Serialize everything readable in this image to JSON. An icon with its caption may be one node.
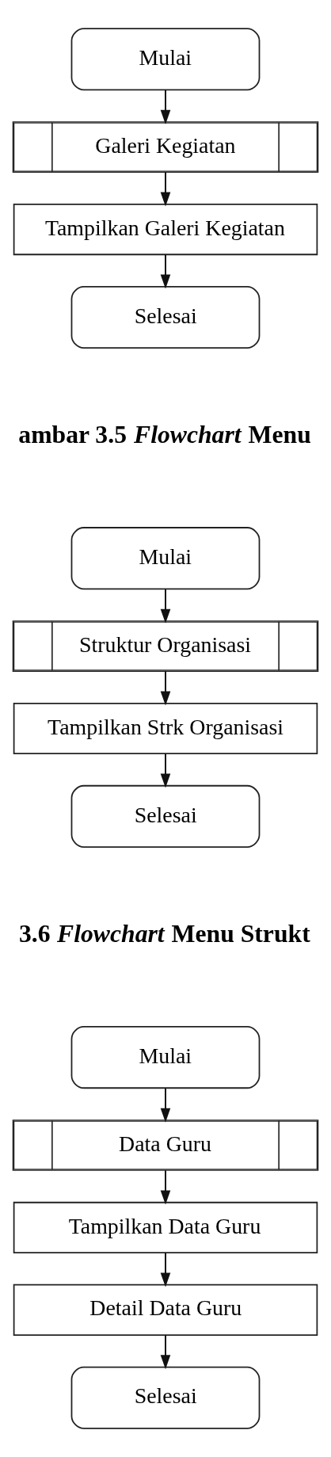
{
  "diagram": {
    "nodes": [
      {
        "text": [
          "Mulai"
        ]
      },
      {
        "text": [
          "Galeri Kegiatan"
        ]
      },
      {
        "text": [
          "Tampilkan Galeri Kegiatan"
        ]
      },
      {
        "text": [
          "Selesai"
        ]
      },
      {
        "text": [
          "Mulai"
        ]
      },
      {
        "text": [
          "Struktur Organisasi"
        ]
      },
      {
        "text": [
          "Tampilkan Strk Organisasi"
        ]
      },
      {
        "text": [
          "Selesai"
        ]
      },
      {
        "text": [
          "Mulai"
        ]
      },
      {
        "text": [
          "Data Guru"
        ]
      },
      {
        "text": [
          "Tampilkan Data Guru"
        ]
      },
      {
        "text": [
          "Detail Data Guru"
        ]
      },
      {
        "text": [
          "Selesai"
        ]
      }
    ],
    "edges": [
      {
        "from": 0,
        "to": 1,
        "arrow": "to"
      },
      {
        "from": 1,
        "to": 2,
        "arrow": "to"
      },
      {
        "from": 2,
        "to": 3,
        "arrow": "to"
      },
      {
        "from": 4,
        "to": 5,
        "arrow": "to"
      },
      {
        "from": 5,
        "to": 6,
        "arrow": "to"
      },
      {
        "from": 6,
        "to": 7,
        "arrow": "to"
      },
      {
        "from": 8,
        "to": 9,
        "arrow": "to"
      },
      {
        "from": 9,
        "to": 10,
        "arrow": "to"
      },
      {
        "from": 10,
        "to": 11,
        "arrow": "to"
      },
      {
        "from": 11,
        "to": 12,
        "arrow": "to"
      }
    ],
    "labels": [
      "ambar 3.5 *Flowchart* Menu",
      "3.6 *Flowchart* Menu Strukt"
    ]
  }
}
